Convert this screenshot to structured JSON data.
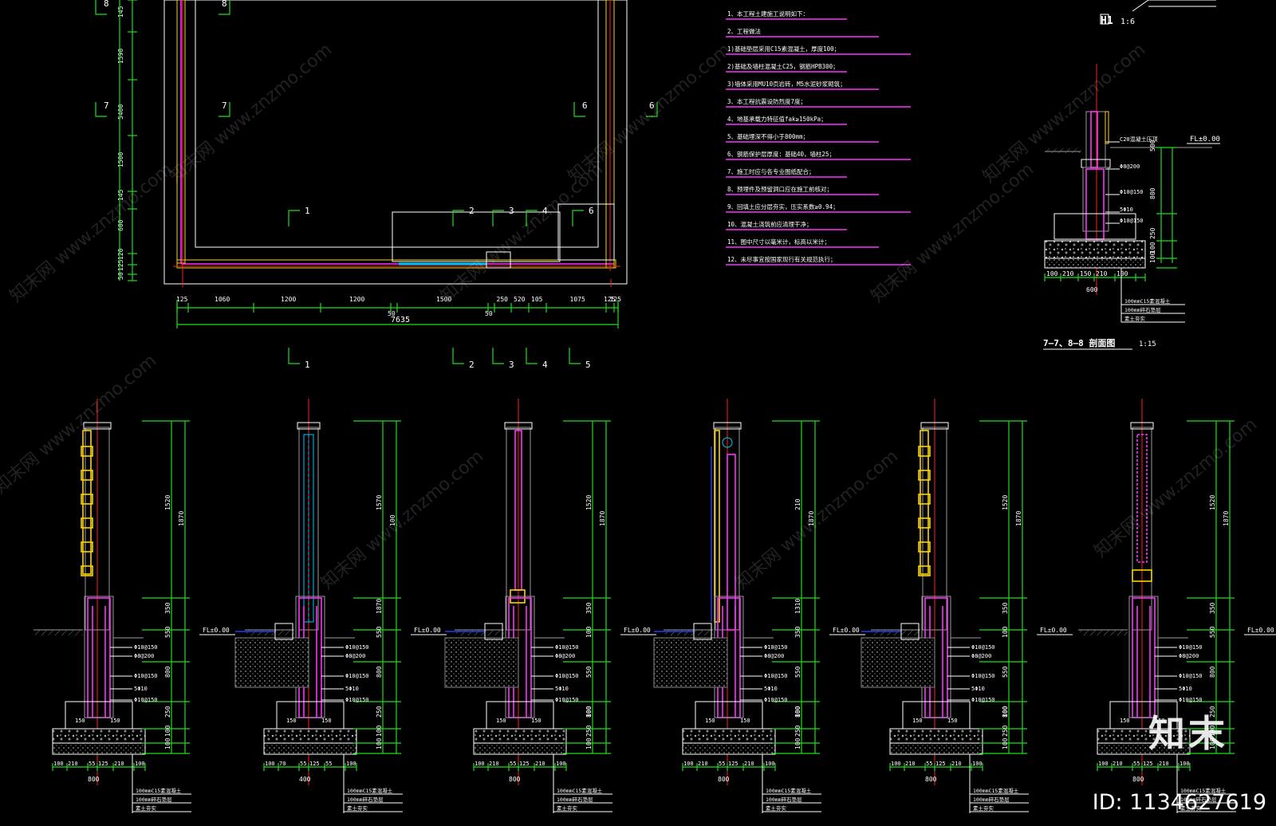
{
  "plan": {
    "dims_vertical": [
      "145",
      "1590",
      "5400",
      "1500",
      "145",
      "600",
      "120",
      "125",
      "50"
    ],
    "dims_bottom": [
      "125",
      "1060",
      "1200",
      "1200",
      "50",
      "1500",
      "50",
      "250",
      "520",
      "105",
      "1075",
      "125",
      "125"
    ],
    "dims_bottom_total": "7635",
    "section_marks": [
      "1",
      "2",
      "3",
      "4",
      "5",
      "6",
      "7",
      "8"
    ]
  },
  "notes": {
    "lines": [
      "1、本工程土建施工说明如下：",
      "2、工程做法",
      "1)基础垫层采用C15素混凝土，厚度100；",
      "2)基础及墙柱混凝土C25，钢筋HPB300；",
      "3)墙体采用MU10页岩砖，M5水泥砂浆砌筑；",
      "3、本工程抗震设防烈度7度；",
      "4、地基承载力特征值fak≥150kPa；",
      "5、基础埋深不得小于800mm；",
      "6、钢筋保护层厚度：基础40，墙柱25；",
      "7、施工时应与各专业图纸配合；",
      "8、预埋件及预留洞口应在施工前核对；",
      "9、回填土应分层夯实，压实系数≥0.94；",
      "10、混凝土浇筑前应清理干净；",
      "11、图中尺寸以毫米计，标高以米计；",
      "12、未尽事宜按国家现行有关规范执行；"
    ]
  },
  "detail_h1": {
    "title": "H1",
    "scale": "1:6"
  },
  "section_77": {
    "title": "7—7、8—8 剖面图",
    "scale": "1:15",
    "elevation": "FL±0.00",
    "dims_right": [
      "500",
      "800",
      "250",
      "100",
      "100"
    ],
    "dims_bottom": [
      "100",
      "210",
      "150",
      "210",
      "100"
    ],
    "total_width": "600",
    "labels": [
      "C20混凝土压顶",
      "Φ8@200",
      "Φ10@150",
      "5Φ10",
      "Φ10@150"
    ],
    "notes": [
      "100mmC15素混凝土",
      "100mm碎石垫层",
      "素土夯实"
    ]
  },
  "sections": [
    {
      "elevation": "FL±0.00",
      "dims": [
        "1520",
        "350",
        "1870",
        "550",
        "800",
        "250",
        "100",
        "100"
      ],
      "bottom": [
        "100",
        "210",
        "55",
        "125",
        "210",
        "100"
      ],
      "width": "800"
    },
    {
      "elevation": "FL±0.00",
      "dims": [
        "1570",
        "1870",
        "100",
        "550",
        "800",
        "250",
        "100",
        "100"
      ],
      "bottom": [
        "100",
        "70",
        "55",
        "125",
        "55",
        "100"
      ],
      "width": "400"
    },
    {
      "elevation": "FL±0.00",
      "dims": [
        "1520",
        "350",
        "1870",
        "100",
        "550",
        "800",
        "250",
        "100",
        "100"
      ],
      "bottom": [
        "100",
        "210",
        "55",
        "125",
        "210",
        "100"
      ],
      "width": "800"
    },
    {
      "elevation": "FL±0.00",
      "dims": [
        "210",
        "1310",
        "1870",
        "350",
        "550",
        "800",
        "250",
        "100",
        "100"
      ],
      "bottom": [
        "100",
        "210",
        "55",
        "125",
        "210",
        "100"
      ],
      "width": "800"
    },
    {
      "elevation": "FL±0.00",
      "dims": [
        "1520",
        "350",
        "1870",
        "100",
        "550",
        "800",
        "250",
        "100",
        "100"
      ],
      "bottom": [
        "100",
        "210",
        "55",
        "125",
        "210",
        "100"
      ],
      "width": "800"
    },
    {
      "elevation": "FL±0.00",
      "dims": [
        "1520",
        "350",
        "1870",
        "550",
        "800",
        "250",
        "100",
        "100"
      ],
      "bottom": [
        "100",
        "210",
        "55",
        "125",
        "210",
        "100"
      ],
      "width": "800"
    }
  ],
  "section_labels": [
    "Φ10@150",
    "Φ8@200",
    "Φ10@150",
    "5Φ10",
    "Φ10@150"
  ],
  "base_notes": [
    "100mmC15素混凝土",
    "100mm碎石垫层",
    "素土夯实"
  ],
  "watermark": {
    "url": "www.znzmo.com",
    "cn": "知末网"
  },
  "brand": "知末",
  "image_id": "ID: 1134627619"
}
